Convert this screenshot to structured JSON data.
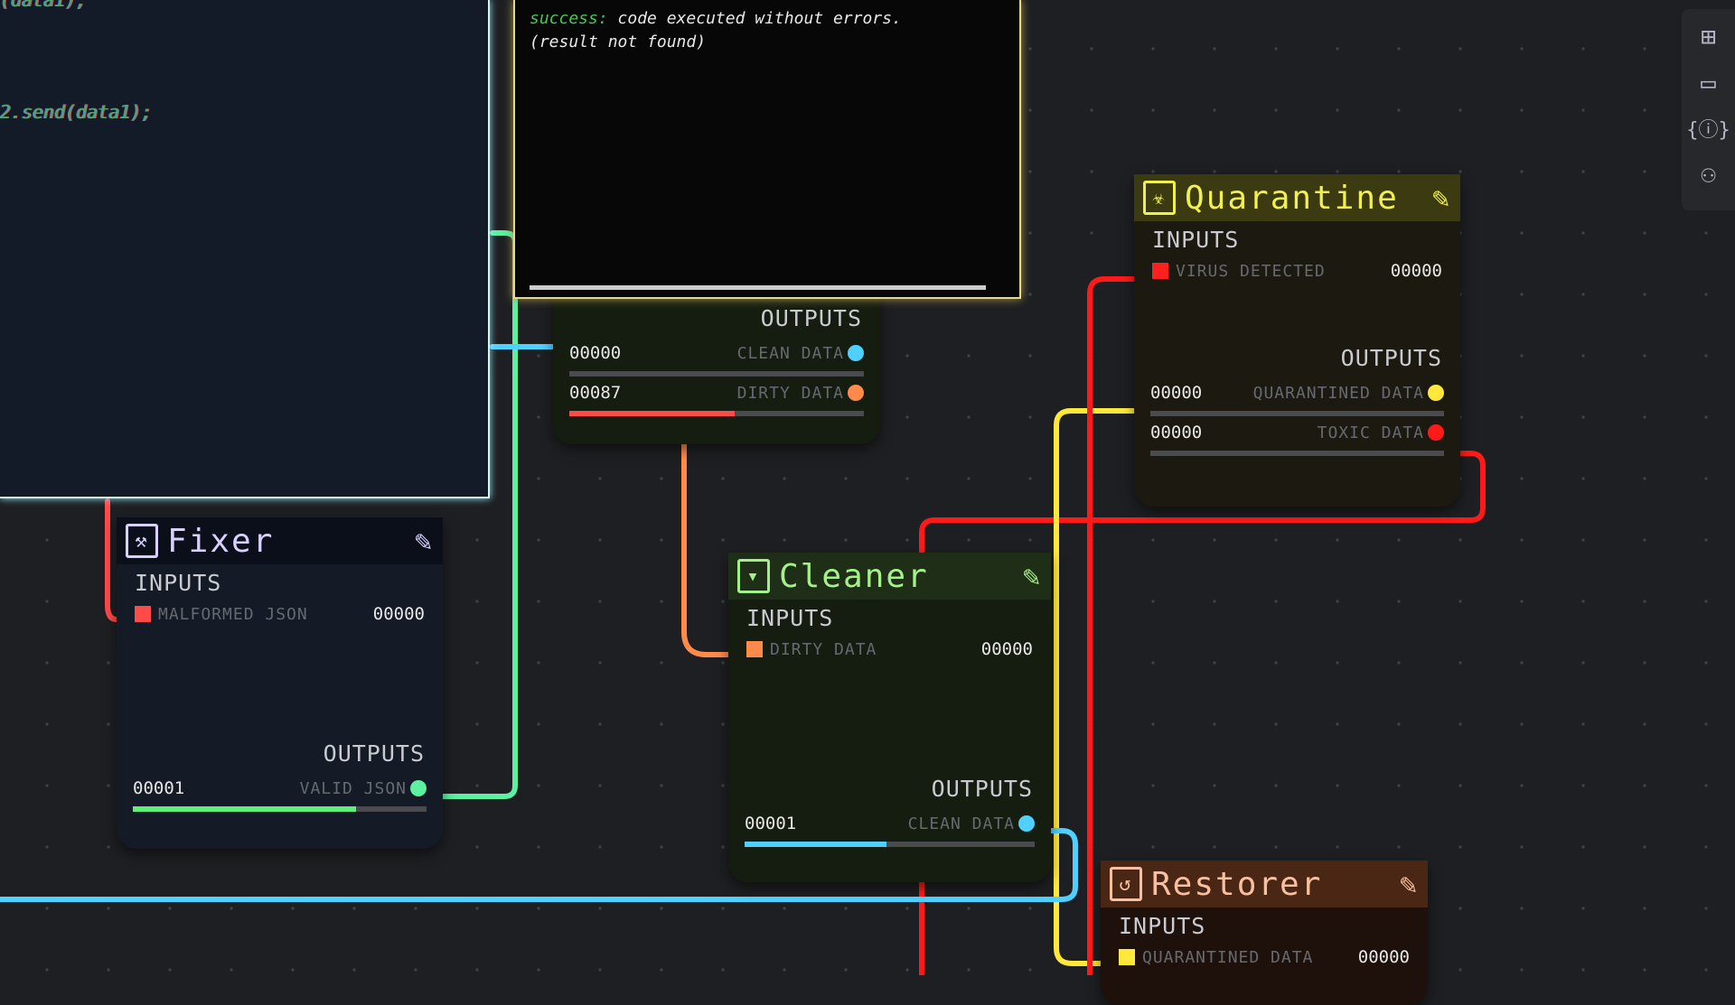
{
  "editor": {
    "lines": [
      "(data1);",
      "2.send(data1);"
    ]
  },
  "console": {
    "status": "success:",
    "message": " code executed without errors.",
    "result": "(result not found)"
  },
  "partial_node": {
    "outputs_label": "OUTPUTS",
    "outputs": [
      {
        "value": "00000",
        "label": "CLEAN DATA",
        "color": "#4fd0ff",
        "progress": 0
      },
      {
        "value": "00087",
        "label": "DIRTY DATA",
        "color": "#ff8a4a",
        "bar_color": "#ff4a4a",
        "progress": 0.56
      }
    ]
  },
  "nodes": {
    "fixer": {
      "title": "Fixer",
      "icon": "wrench-document-icon",
      "inputs_label": "INPUTS",
      "inputs": [
        {
          "label": "MALFORMED JSON",
          "value": "00000",
          "color": "#ff4a4a"
        }
      ],
      "outputs_label": "OUTPUTS",
      "outputs": [
        {
          "value": "00001",
          "label": "VALID JSON",
          "color": "#5cf0a0",
          "bar_color": "#5ef07a",
          "progress": 0.76
        }
      ]
    },
    "cleaner": {
      "title": "Cleaner",
      "icon": "filter-document-icon",
      "inputs_label": "INPUTS",
      "inputs": [
        {
          "label": "DIRTY DATA",
          "value": "00000",
          "color": "#ff8a4a"
        }
      ],
      "outputs_label": "OUTPUTS",
      "outputs": [
        {
          "value": "00001",
          "label": "CLEAN DATA",
          "color": "#4fd0ff",
          "bar_color": "#4fd0ff",
          "progress": 0.49
        }
      ]
    },
    "quarantine": {
      "title": "Quarantine",
      "icon": "biohazard-document-icon",
      "inputs_label": "INPUTS",
      "inputs": [
        {
          "label": "VIRUS DETECTED",
          "value": "00000",
          "color": "#ff2020"
        }
      ],
      "outputs_label": "OUTPUTS",
      "outputs": [
        {
          "value": "00000",
          "label": "QUARANTINED DATA",
          "color": "#ffe83a",
          "progress": 0
        },
        {
          "value": "00000",
          "label": "TOXIC DATA",
          "color": "#ff1a1a",
          "progress": 0
        }
      ]
    },
    "restorer": {
      "title": "Restorer",
      "icon": "restore-document-icon",
      "inputs_label": "INPUTS",
      "inputs": [
        {
          "label": "QUARANTINED DATA",
          "value": "00000",
          "color": "#ffe83a"
        }
      ]
    }
  },
  "toolbar": {
    "icons": [
      "new-window-icon",
      "monitor-icon",
      "code-braces-icon",
      "nodes-icon"
    ]
  }
}
